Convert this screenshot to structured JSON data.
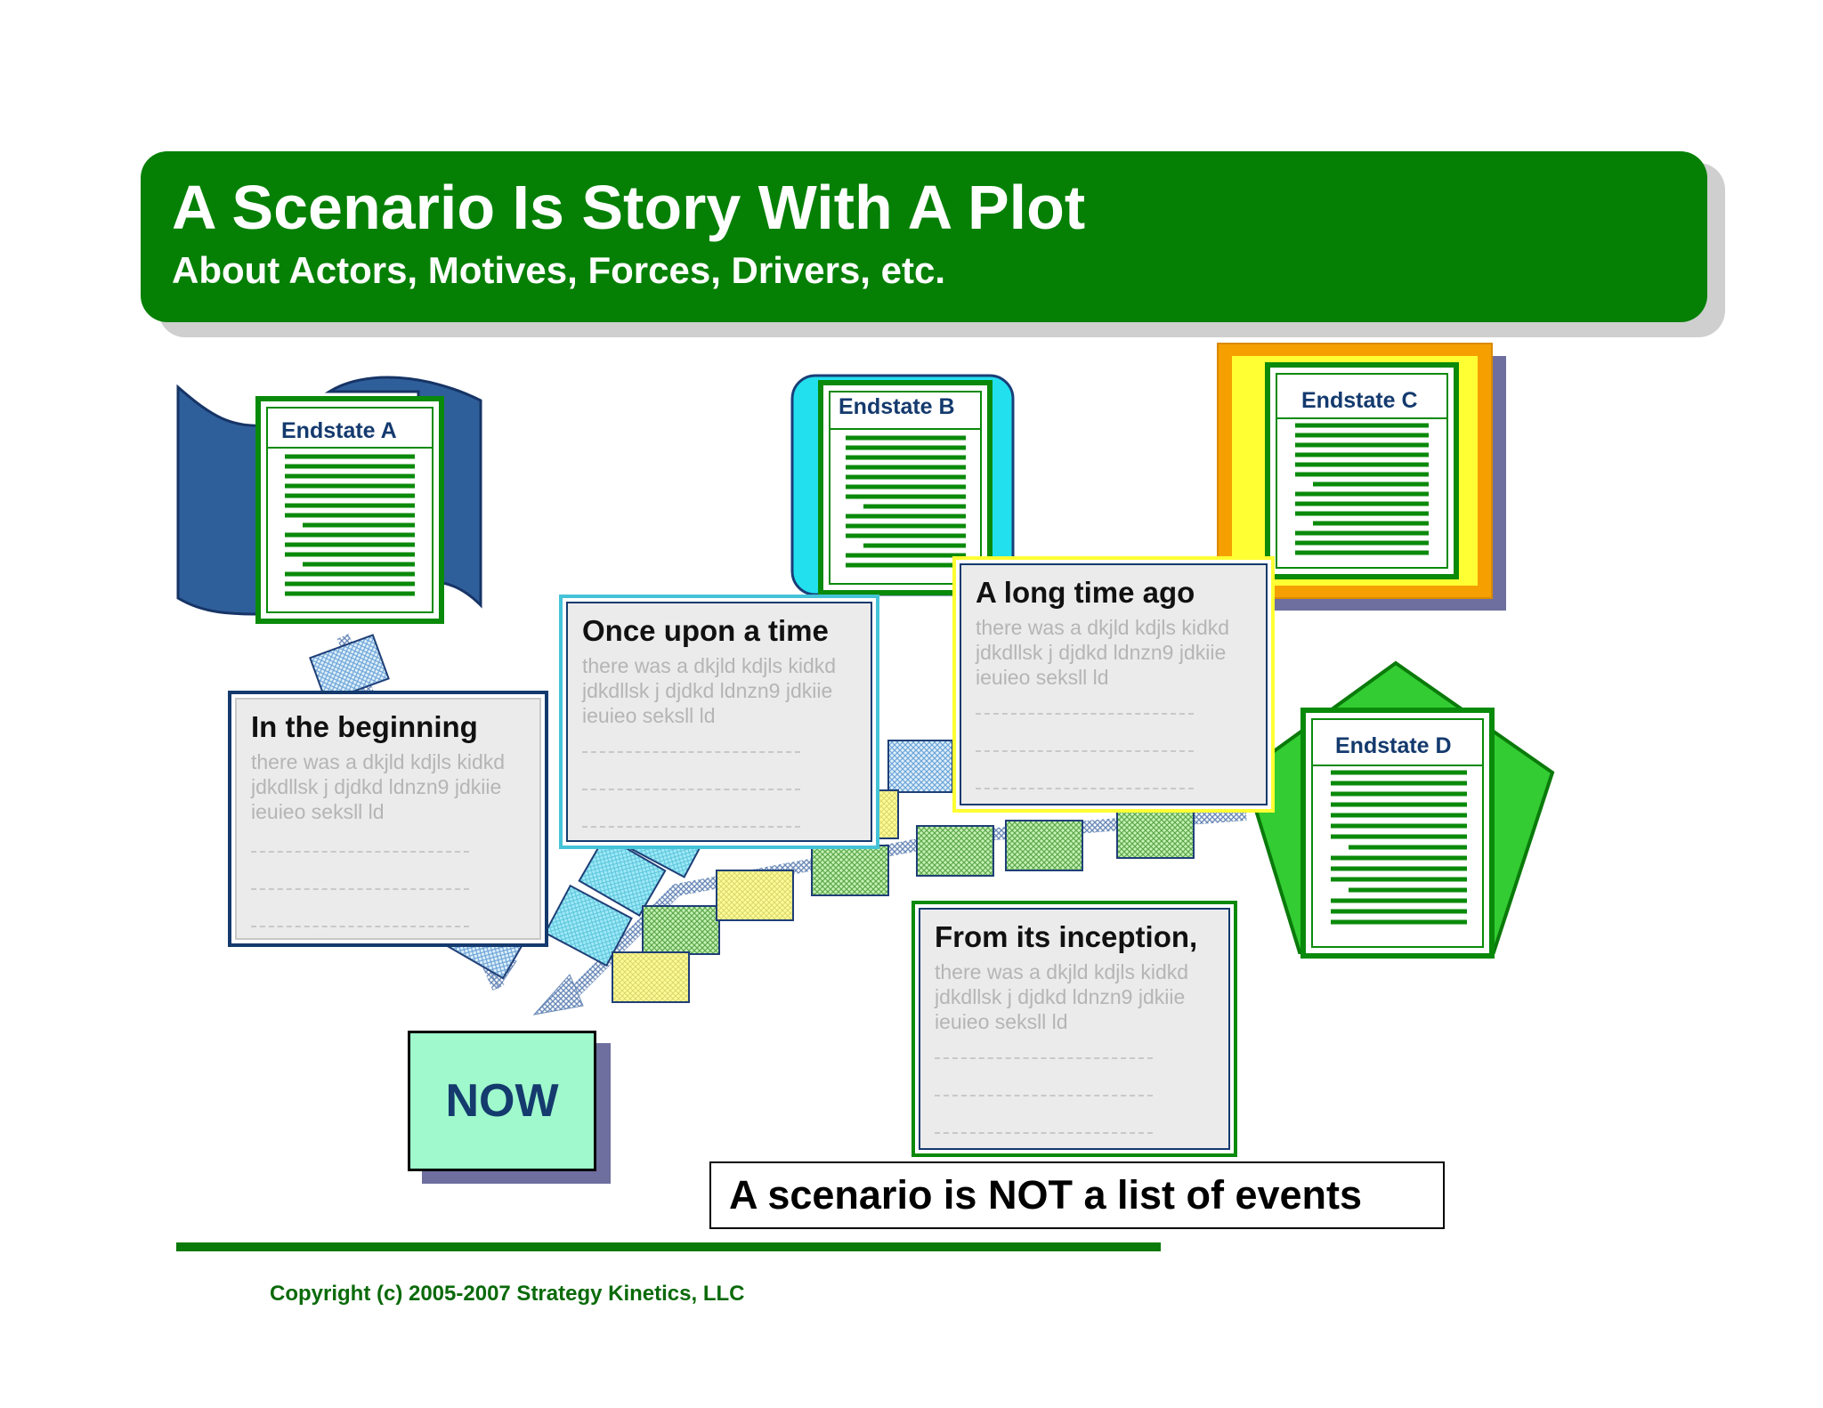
{
  "header": {
    "title": "A Scenario Is Story With A Plot",
    "subtitle": "About Actors, Motives, Forces, Drivers, etc."
  },
  "endstates": [
    {
      "label": "Endstate A"
    },
    {
      "label": "Endstate B"
    },
    {
      "label": "Endstate C"
    },
    {
      "label": "Endstate D"
    }
  ],
  "stories": [
    {
      "heading": "In the beginning",
      "body": "there was a dkjld kdjls kidkd\njdkdllsk j djdkd ldnzn9 jdkiie\nieuieo seksll ld"
    },
    {
      "heading": "Once upon a time",
      "body": "there was a dkjld kdjls kidkd\njdkdllsk j djdkd ldnzn9 jdkiie\nieuieo seksll ld"
    },
    {
      "heading": "A long time ago",
      "body": "there was a dkjld kdjls kidkd\njdkdllsk j djdkd ldnzn9 jdkiie\nieuieo seksll ld"
    },
    {
      "heading": "From its inception,",
      "body": "there was a dkjld kdjls kidkd\njdkdllsk j djdkd ldnzn9 jdkiie\nieuieo seksll ld"
    }
  ],
  "now_label": "NOW",
  "callout": "A scenario is NOT a list of events",
  "footer": {
    "copyright": "Copyright (c) 2005-2007 Strategy Kinetics, LLC"
  },
  "colors": {
    "banner": "#058005",
    "doc_green": "#0a8a0a",
    "endstate_a_flag": "#2f5f9a",
    "endstate_b_frame": "#22e0ee",
    "endstate_c_outer": "#f5a000",
    "endstate_c_inner": "#ffff33",
    "endstate_d_pentagon": "#33cc33",
    "now_fill": "#9ff9cc"
  },
  "icons": [
    "blue-flag-icon",
    "cyan-frame-icon",
    "orange-frame-icon",
    "green-pentagon-icon",
    "arrow-path-icon"
  ]
}
